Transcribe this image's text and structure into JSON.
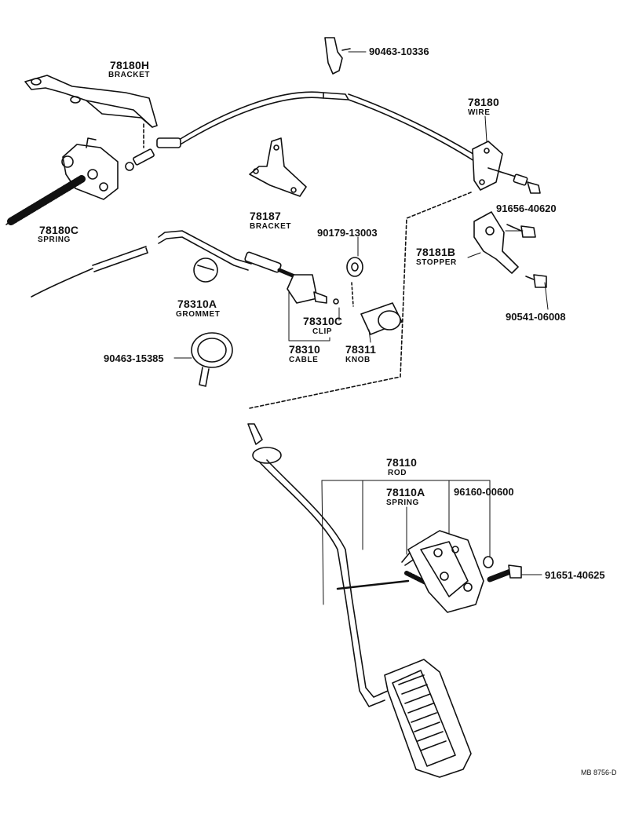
{
  "parts": {
    "p78180H": {
      "number": "78180H",
      "name": "BRACKET"
    },
    "p78180C": {
      "number": "78180C",
      "name": "SPRING"
    },
    "p78180": {
      "number": "78180",
      "name": "WIRE"
    },
    "p78187": {
      "number": "78187",
      "name": "BRACKET"
    },
    "p78181B": {
      "number": "78181B",
      "name": "STOPPER"
    },
    "p78310A": {
      "number": "78310A",
      "name": "GROMMET"
    },
    "p78310C": {
      "number": "78310C",
      "name": "CLIP"
    },
    "p78310": {
      "number": "78310",
      "name": "CABLE"
    },
    "p78311": {
      "number": "78311",
      "name": "KNOB"
    },
    "p78110": {
      "number": "78110",
      "name": "ROD"
    },
    "p78110A": {
      "number": "78110A",
      "name": "SPRING"
    }
  },
  "fasteners": {
    "f90463_10336": "90463-10336",
    "f91656_40620": "91656-40620",
    "f90179_13003": "90179-13003",
    "f90541_06008": "90541-06008",
    "f90463_15385": "90463-15385",
    "f96160_00600": "96160-00600",
    "f91651_40625": "91651-40625"
  },
  "drawing_code": "MB 8756-D"
}
